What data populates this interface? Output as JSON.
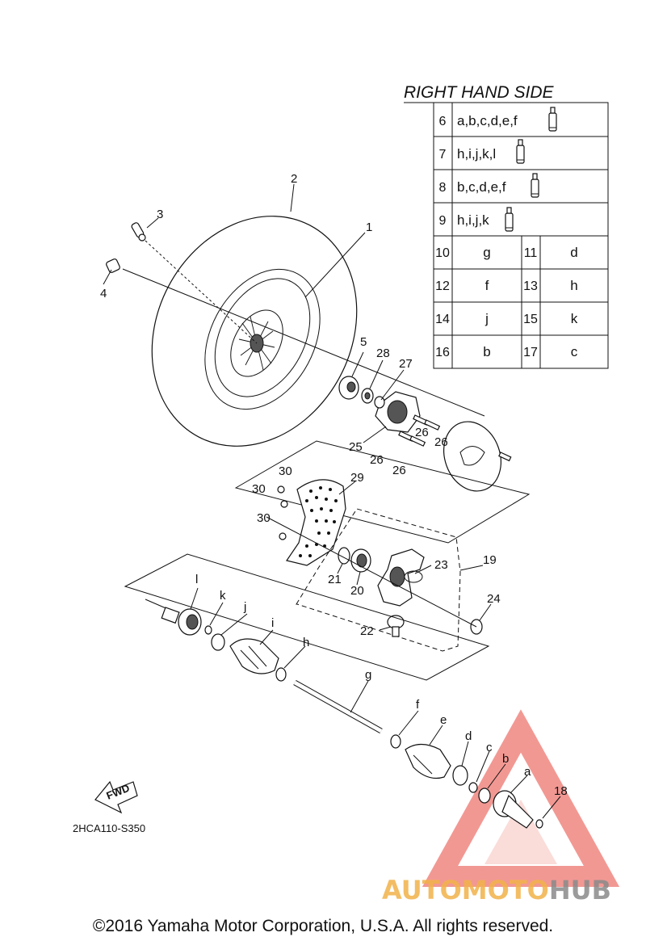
{
  "table": {
    "title": "RIGHT HAND SIDE",
    "rows_wide": [
      {
        "num": "6",
        "letters": "a,b,c,d,e,f"
      },
      {
        "num": "7",
        "letters": "h,i,j,k,l"
      },
      {
        "num": "8",
        "letters": "b,c,d,e,f"
      },
      {
        "num": "9",
        "letters": "h,i,j,k"
      }
    ],
    "rows_pair": [
      {
        "n1": "10",
        "v1": "g",
        "n2": "11",
        "v2": "d"
      },
      {
        "n1": "12",
        "v1": "f",
        "n2": "13",
        "v2": "h"
      },
      {
        "n1": "14",
        "v1": "j",
        "n2": "15",
        "v2": "k"
      },
      {
        "n1": "16",
        "v1": "b",
        "n2": "17",
        "v2": "c"
      }
    ]
  },
  "callouts": {
    "n1": "1",
    "n2": "2",
    "n3": "3",
    "n4": "4",
    "n5": "5",
    "n18": "18",
    "n19": "19",
    "n20": "20",
    "n21": "21",
    "n22": "22",
    "n23": "23",
    "n24": "24",
    "n25": "25",
    "n26a": "26",
    "n26b": "26",
    "n26c": "26",
    "n26d": "26",
    "n27": "27",
    "n28": "28",
    "n29": "29",
    "n30a": "30",
    "n30b": "30",
    "n30c": "30",
    "a": "a",
    "b": "b",
    "c": "c",
    "d": "d",
    "e": "e",
    "f": "f",
    "g": "g",
    "h": "h",
    "i": "i",
    "j": "j",
    "k": "k",
    "l": "l"
  },
  "fwd_label": "FWD",
  "diagram_code": "2HCA110-S350",
  "copyright": "©2016 Yamaha Motor Corporation, U.S.A. All rights reserved.",
  "watermark": {
    "part1": "AUTOMOTO",
    "part2": "HUB",
    "color_main": "#f2b24a",
    "color_dark": "#8a8a8a",
    "triangle_color": "#e8453c"
  }
}
